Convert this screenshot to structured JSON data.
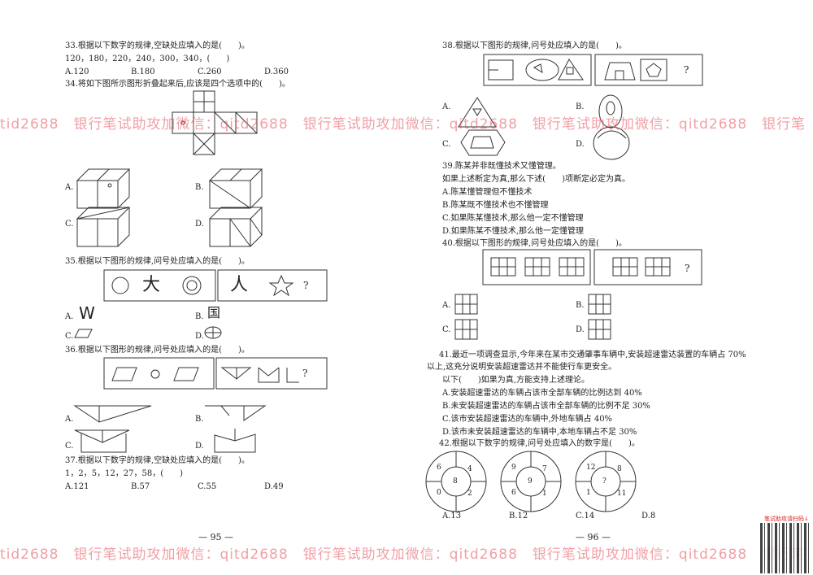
{
  "left_page": {
    "q33": {
      "stem": "33.根据以下数字的规律,空缺处应填入的是(　　)。",
      "sequence": "120，180，220，240，300，340，(　　)",
      "options": [
        "A.120",
        "B.180",
        "C.260",
        "D.360"
      ]
    },
    "q34": {
      "stem": "34.将如下图所示图形折叠起来后,应该是四个选项中的(　　)。",
      "options": [
        "A.",
        "B.",
        "C.",
        "D."
      ]
    },
    "q35": {
      "stem": "35.根据以下图形的规律,问号处应填入的是(　　)。",
      "figure_chars": [
        "大",
        "人",
        "?"
      ],
      "options": [
        "A.",
        "B.",
        "C.",
        "D."
      ],
      "option_a_glyph": "W",
      "option_b_glyph": "国"
    },
    "q36": {
      "stem": "36.根据以下图形的规律,问号处应填入的是(　　)。",
      "figure_q": "?",
      "options": [
        "A.",
        "B.",
        "C.",
        "D."
      ]
    },
    "q37": {
      "stem": "37.根据以下数字的规律,空缺处应填入的是(　　)。",
      "sequence": "1，2，5，12，27，58，(　　)",
      "options": [
        "A.121",
        "B.57",
        "C.55",
        "D.49"
      ]
    },
    "page_number": "— 95 —"
  },
  "right_page": {
    "q38": {
      "stem": "38.根据以下图形的规律,问号处应填入的是(　　)。",
      "figure_q": "?",
      "options": [
        "A.",
        "B.",
        "C.",
        "D."
      ]
    },
    "q39": {
      "stem": "39.陈某并非既懂技术又懂管理。",
      "prompt": "如果上述断定为真,那么下述(　　)项断定必定为真。",
      "options": [
        "A.陈某懂管理但不懂技术",
        "B.陈某既不懂技术也不懂管理",
        "C.如果陈某懂技术,那么他一定不懂管理",
        "D.如果陈某不懂技术,那么他一定懂管理"
      ]
    },
    "q40": {
      "stem": "40.根据以下图形的规律,问号处应填入的是(　　)。",
      "figure_q": "?",
      "options": [
        "A.",
        "B.",
        "C.",
        "D."
      ]
    },
    "q41": {
      "stem_line1": "41.最近一项调查显示,今年来在某市交通肇事车辆中,安装超速雷达装置的车辆占 70%",
      "stem_line2": "以上,这充分说明安装超速雷达并不能使行车更安全。",
      "prompt": "以下(　　)如果为真,方能支持上述理论。",
      "options": [
        "A.安装超速雷达的车辆占该市全部车辆的比例达到 40%",
        "B.未安装超速雷达的车辆占该市全部车辆的比例不足 30%",
        "C.该市安装超速雷达的车辆中,外地车辆占 40%",
        "D.该市未安装超速雷达的车辆中,本地车辆占不足 30%"
      ]
    },
    "q42": {
      "stem": "42.根据以下数字的规律,问号处应填入的数字是(　　)。",
      "circles": [
        {
          "center": "8",
          "tl": "6",
          "tr": "4",
          "bl": "0",
          "br": "2"
        },
        {
          "center": "9",
          "tl": "9",
          "tr": "7",
          "bl": "6",
          "br": "1"
        },
        {
          "center": "?",
          "tl": "12",
          "tr": "8",
          "bl": "1",
          "br": "11"
        }
      ],
      "options": [
        "A.13",
        "B.12",
        "C.14",
        "D.8"
      ]
    },
    "page_number": "— 96 —"
  },
  "watermark": "tid2688　银行笔试助攻加微信：qitd2688　银行笔试助攻加微信：qitd2688　银行笔试助攻加微信：qitd2688　银行笔",
  "qr_caption": "笔试助攻请扫码↓",
  "colors": {
    "watermark": "#e6505a",
    "text": "#222222"
  }
}
